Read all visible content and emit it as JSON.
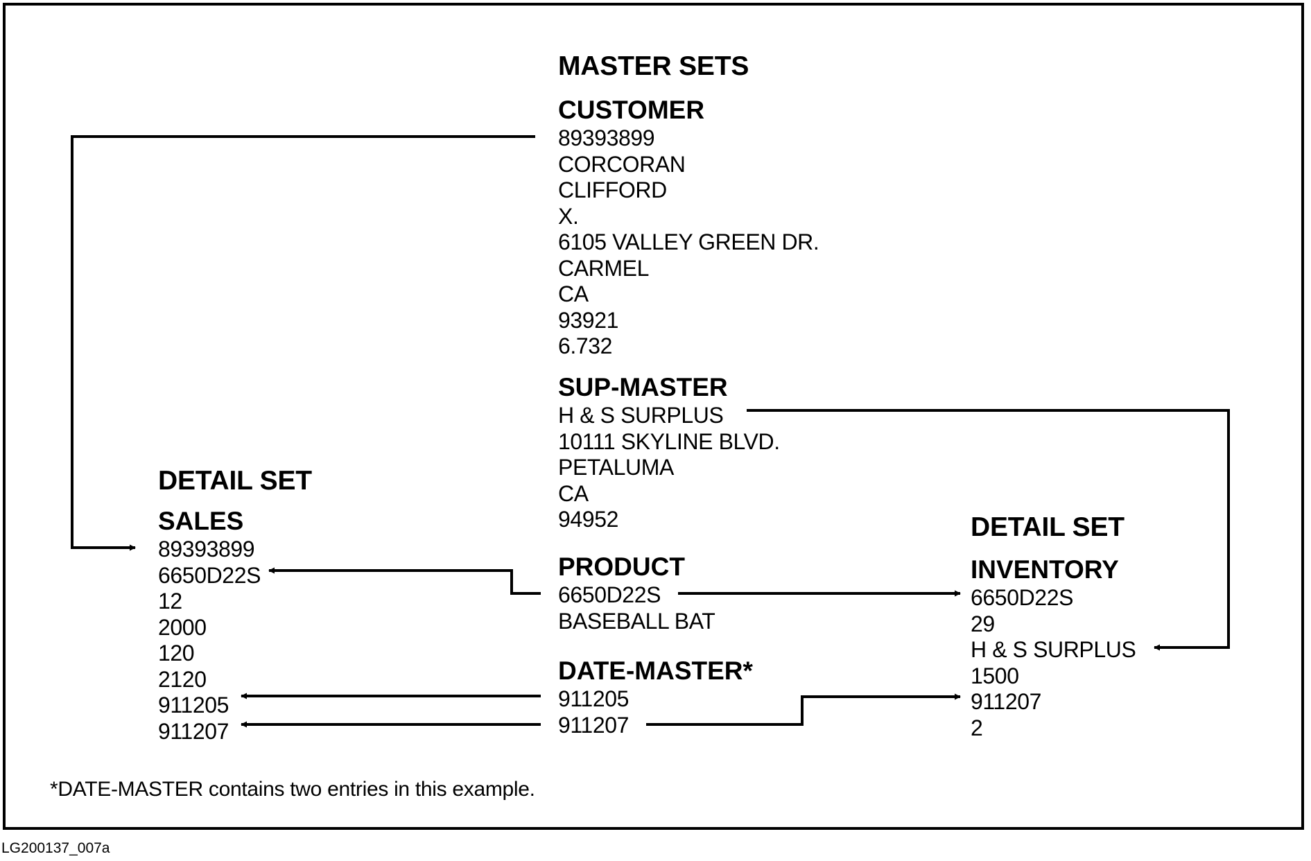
{
  "diagram": {
    "headings": {
      "master_sets": "MASTER SETS",
      "detail_set_left": "DETAIL SET",
      "detail_set_right": "DETAIL SET"
    },
    "customer": {
      "title": "CUSTOMER",
      "values": [
        "89393899",
        "CORCORAN",
        "CLIFFORD",
        "X.",
        "6105 VALLEY GREEN DR.",
        "CARMEL",
        "CA",
        "93921",
        "6.732"
      ]
    },
    "sup_master": {
      "title": "SUP-MASTER",
      "values": [
        "H & S SURPLUS",
        "10111 SKYLINE BLVD.",
        "PETALUMA",
        "CA",
        "94952"
      ]
    },
    "product": {
      "title": "PRODUCT",
      "values": [
        "6650D22S",
        "BASEBALL BAT"
      ]
    },
    "date_master": {
      "title": "DATE-MASTER*",
      "values": [
        "911205",
        "911207"
      ]
    },
    "sales": {
      "title": "SALES",
      "values": [
        "89393899",
        "6650D22S",
        "12",
        "2000",
        "120",
        "2120",
        "911205",
        "911207"
      ]
    },
    "inventory": {
      "title": "INVENTORY",
      "values": [
        "6650D22S",
        "29",
        "H & S SURPLUS",
        "1500",
        "911207",
        "2"
      ]
    },
    "links": [
      {
        "from": "customer.89393899",
        "to": "sales.89393899"
      },
      {
        "from": "sup_master.H & S SURPLUS",
        "to": "inventory.H & S SURPLUS"
      },
      {
        "from": "product.6650D22S",
        "to": "sales.6650D22S"
      },
      {
        "from": "product.6650D22S",
        "to": "inventory.6650D22S"
      },
      {
        "from": "date_master.911205",
        "to": "sales.911205"
      },
      {
        "from": "date_master.911207",
        "to": "sales.911207"
      },
      {
        "from": "date_master.911207",
        "to": "inventory.911207"
      }
    ]
  },
  "footnote": "*DATE-MASTER contains two entries in this example.",
  "figure_id": "LG200137_007a"
}
